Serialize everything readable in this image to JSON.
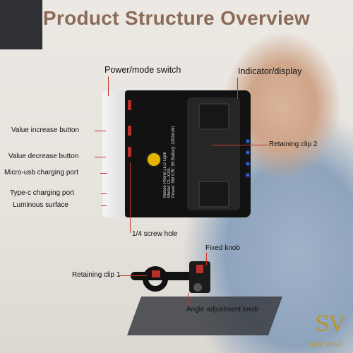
{
  "title": "Product Structure Overview",
  "labels": {
    "power_mode_switch": "Power/mode switch",
    "indicator_display": "Indicator/display",
    "value_increase_button": "Value increase button",
    "value_decrease_button": "Value decrease button",
    "micro_usb_port": "Micro-usb charging port",
    "typec_port": "Type-c charging port",
    "luminous_surface": "Luminous surface",
    "screw_hole": "1/4 screw hole",
    "retaining_clip_2": "Retaining clip 2",
    "fixed_knob": "Fixed knob",
    "retaining_clip_1": "Retaining clip 1",
    "angle_adjustment_knob": "Angle adjustment knob"
  },
  "device_text": {
    "model": "Mobile Phone LED Light",
    "line2": "Model: CL-X19L",
    "line3": "Power: 5W  CRI: 95  Battery: 2200mAh"
  },
  "brand": {
    "logo_letters": "SV",
    "name": "VIEW STAR"
  },
  "colors": {
    "title": "#8b6a57",
    "accent_line": "#c0392b",
    "led": "#2f6bff",
    "screw": "#e6b400",
    "brand_gold": "#b8942f"
  }
}
